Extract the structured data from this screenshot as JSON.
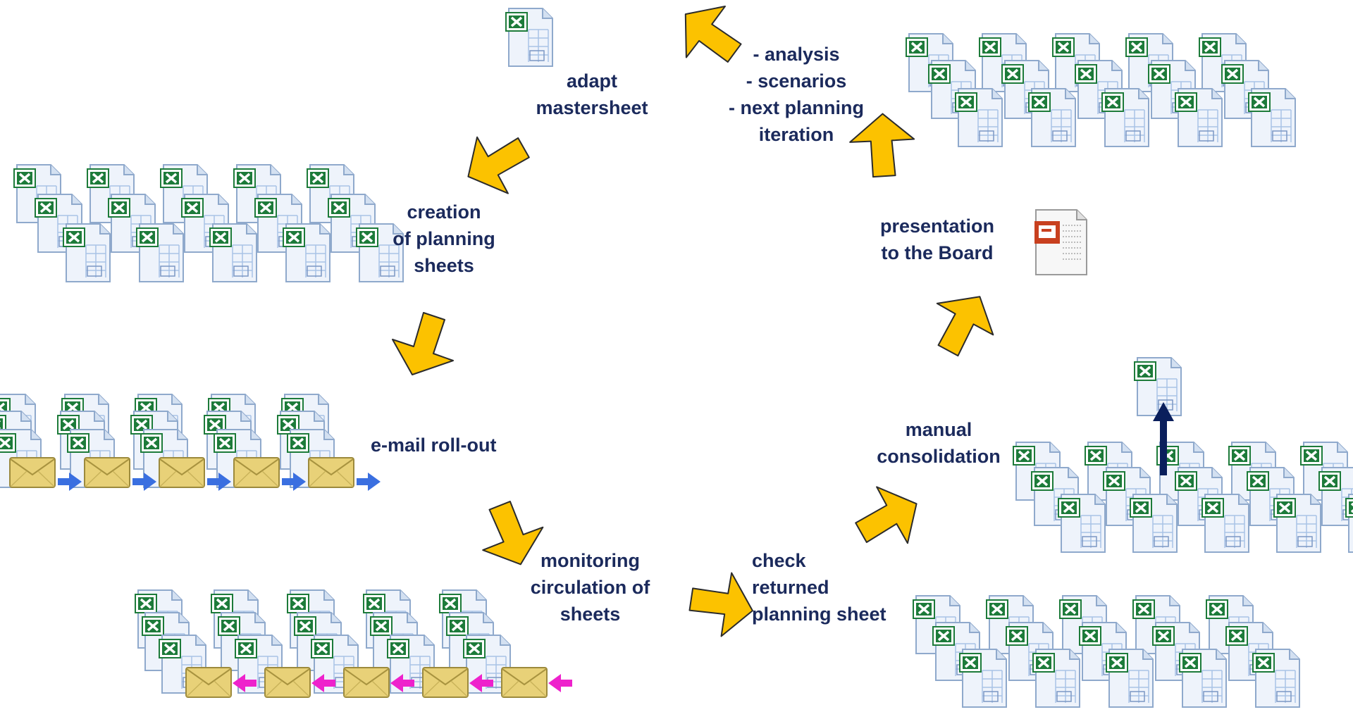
{
  "colors": {
    "arrow_fill": "#fcc200",
    "arrow_stroke": "#2b2b2b",
    "label_text": "#1b2a5c",
    "excel_green": "#1d7b3a",
    "doc_blue": "#a9c3e6",
    "envelope": "#e8d178",
    "out_arrow": "#3a6fe0",
    "in_arrow": "#ee22cc",
    "up_arrow": "#0a1f5c",
    "ppt_red": "#c8401f"
  },
  "icons": [
    "excel-file-icon",
    "envelope-icon",
    "powerpoint-file-icon"
  ],
  "steps": {
    "adapt": {
      "lines": [
        "adapt",
        "mastersheet"
      ]
    },
    "creation": {
      "lines": [
        "creation",
        "of planning",
        "sheets"
      ]
    },
    "rollout": {
      "lines": [
        "e-mail roll-out"
      ]
    },
    "monitoring": {
      "lines": [
        "monitoring",
        "circulation of",
        "sheets"
      ]
    },
    "check": {
      "lines": [
        "check",
        "returned",
        "planning sheet"
      ]
    },
    "consolidation": {
      "lines": [
        "manual",
        "consolidation"
      ]
    },
    "presentation": {
      "lines": [
        "presentation",
        "to the Board"
      ]
    },
    "analysis": {
      "lines": [
        "- analysis",
        "- scenarios",
        "- next planning",
        "iteration"
      ]
    }
  }
}
